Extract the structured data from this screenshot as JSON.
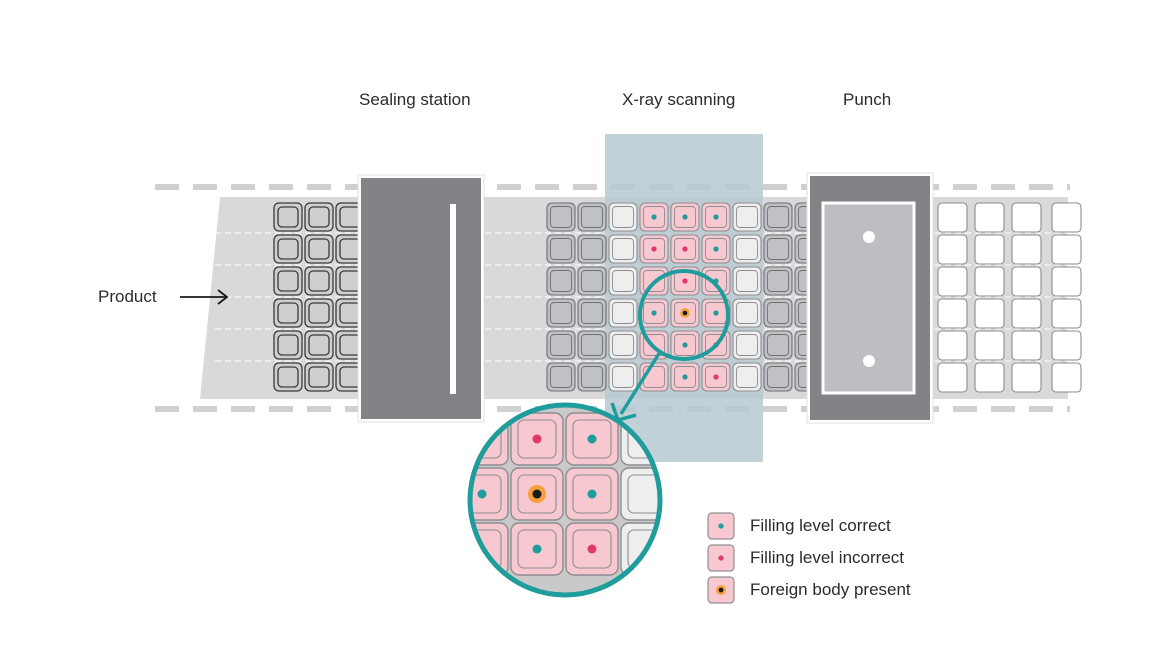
{
  "labels": {
    "sealing_station": "Sealing station",
    "xray_scanning": "X-ray scanning",
    "punch": "Punch",
    "product": "Product"
  },
  "legend": [
    {
      "label": "Filling level correct",
      "icon": "teal-dot-cell-icon"
    },
    {
      "label": "Filling level incorrect",
      "icon": "red-dot-cell-icon"
    },
    {
      "label": "Foreign body present",
      "icon": "foreign-body-cell-icon"
    }
  ],
  "colors": {
    "belt": "#d9d9da",
    "station": "#828386",
    "scan_zone": "#b7c8d0",
    "cell_pink": "#f7c8d0",
    "teal": "#1f9c9c",
    "red": "#e0386b",
    "orange": "#f5a13a"
  }
}
